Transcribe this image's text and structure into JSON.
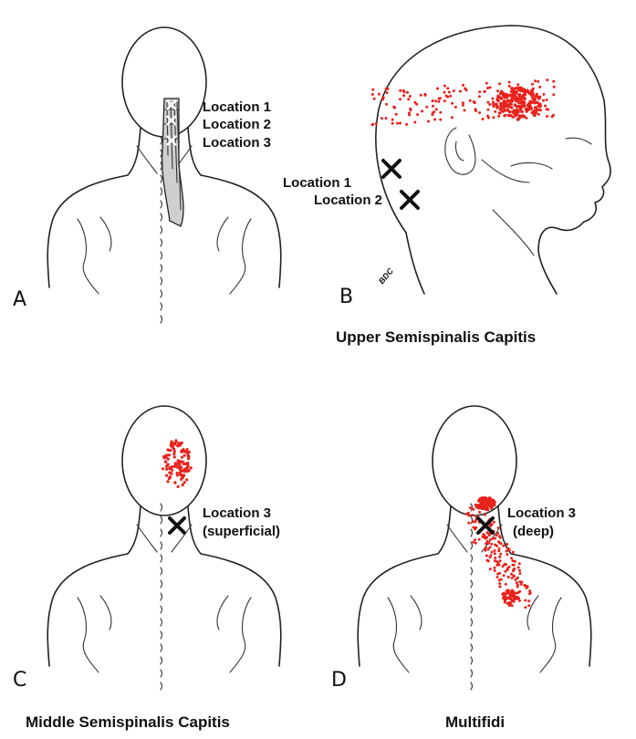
{
  "colors": {
    "referred_pain": "#e8221c",
    "line_art": "#222222",
    "background": "#ffffff"
  },
  "panels": [
    {
      "letter": "A",
      "labels": [
        "Location 1",
        "Location 2",
        "Location 3"
      ]
    },
    {
      "letter": "B",
      "labels": [
        "Location 1",
        "Location 2"
      ],
      "caption": "Upper Semispinalis Capitis"
    },
    {
      "letter": "C",
      "labels": [
        "Location 3",
        "(superficial)"
      ],
      "caption": "Middle Semispinalis Capitis"
    },
    {
      "letter": "D",
      "labels": [
        "Location 3",
        "(deep)"
      ],
      "caption": "Multifidi"
    }
  ],
  "signature": "BDC"
}
